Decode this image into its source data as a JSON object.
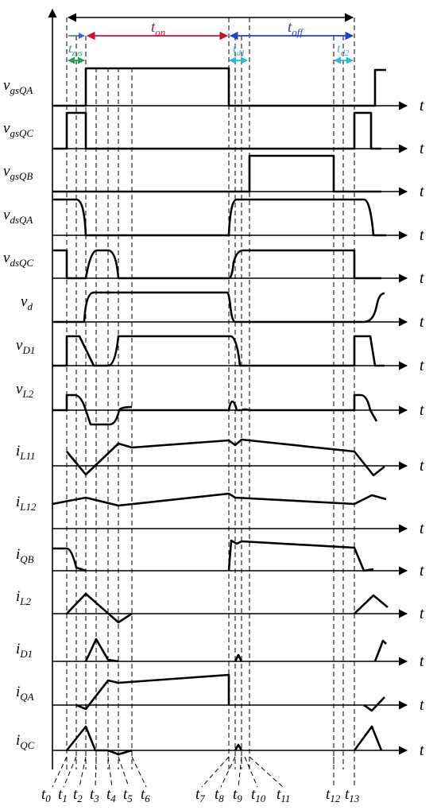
{
  "colors": {
    "ink": "#000000",
    "ton": "#c8102e",
    "toff": "#1f3fd6",
    "tzvs": "#1aa050",
    "td": "#29b6e8",
    "dim": "#1e6ad6"
  },
  "intervals": {
    "ton": "t",
    "ton_sub": "on",
    "toff": "t",
    "toff_sub": "off",
    "tzvs": "t",
    "tzvs_sub": "zvs",
    "td1": "t",
    "td1_sub": "d1",
    "td2": "t",
    "td2_sub": "d2"
  },
  "time_axis_label": "t",
  "waveforms": [
    {
      "id": "vgsqa",
      "base": "v",
      "sub": "gsQA"
    },
    {
      "id": "vgsqc",
      "base": "v",
      "sub": "gsQC"
    },
    {
      "id": "vgsqb",
      "base": "v",
      "sub": "gsQB"
    },
    {
      "id": "vdsqa",
      "base": "v",
      "sub": "dsQA"
    },
    {
      "id": "vdsqc",
      "base": "v",
      "sub": "dsQC"
    },
    {
      "id": "vd",
      "base": "v",
      "sub": "d"
    },
    {
      "id": "vd1",
      "base": "v",
      "sub": "D1"
    },
    {
      "id": "vl2",
      "base": "v",
      "sub": "L2"
    },
    {
      "id": "il11",
      "base": "i",
      "sub": "L11"
    },
    {
      "id": "il12",
      "base": "i",
      "sub": "L12"
    },
    {
      "id": "iqb",
      "base": "i",
      "sub": "QB"
    },
    {
      "id": "il2",
      "base": "i",
      "sub": "L2"
    },
    {
      "id": "id1",
      "base": "i",
      "sub": "D1"
    },
    {
      "id": "iqa",
      "base": "i",
      "sub": "QA"
    },
    {
      "id": "iqc",
      "base": "i",
      "sub": "QC"
    }
  ],
  "time_instants": [
    {
      "base": "t",
      "sub": "0"
    },
    {
      "base": "t",
      "sub": "1"
    },
    {
      "base": "t",
      "sub": "2"
    },
    {
      "base": "t",
      "sub": "3"
    },
    {
      "base": "t",
      "sub": "4"
    },
    {
      "base": "t",
      "sub": "5"
    },
    {
      "base": "t",
      "sub": "6"
    },
    {
      "base": "t",
      "sub": "7"
    },
    {
      "base": "t",
      "sub": "8"
    },
    {
      "base": "t",
      "sub": "9"
    },
    {
      "base": "t",
      "sub": "10"
    },
    {
      "base": "t",
      "sub": "11"
    },
    {
      "base": "t",
      "sub": "12"
    },
    {
      "base": "t",
      "sub": "13"
    }
  ]
}
